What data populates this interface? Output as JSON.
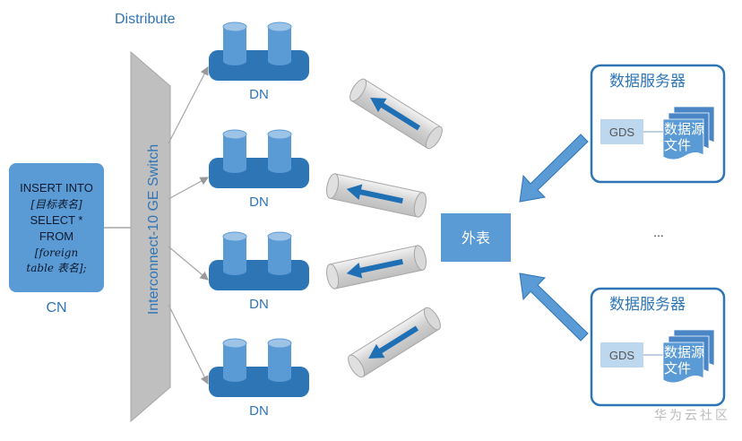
{
  "distribute_label": "Distribute",
  "switch_label": "Interconnect-10 GE Switch",
  "cn": {
    "label": "CN",
    "sql": [
      "INSERT INTO",
      "[目标表名]",
      "SELECT *",
      "FROM",
      "[foreign",
      "table 表名];"
    ]
  },
  "dn_label": "DN",
  "dns": [
    "DN",
    "DN",
    "DN",
    "DN"
  ],
  "foreign_table_label": "外表",
  "servers": [
    {
      "title": "数据服务器",
      "gds": "GDS",
      "file_line1": "数据源",
      "file_line2": "文件"
    },
    {
      "title": "数据服务器",
      "gds": "GDS",
      "file_line1": "数据源",
      "file_line2": "文件"
    }
  ],
  "ellipsis": "...",
  "watermark": "华为云社区",
  "colors": {
    "blue": "#5b9bd5",
    "dark_blue": "#2e75b6",
    "arrow_blue": "#1f6fb5",
    "light_blue": "#bdd7ee",
    "grey": "#d9d9d9"
  }
}
